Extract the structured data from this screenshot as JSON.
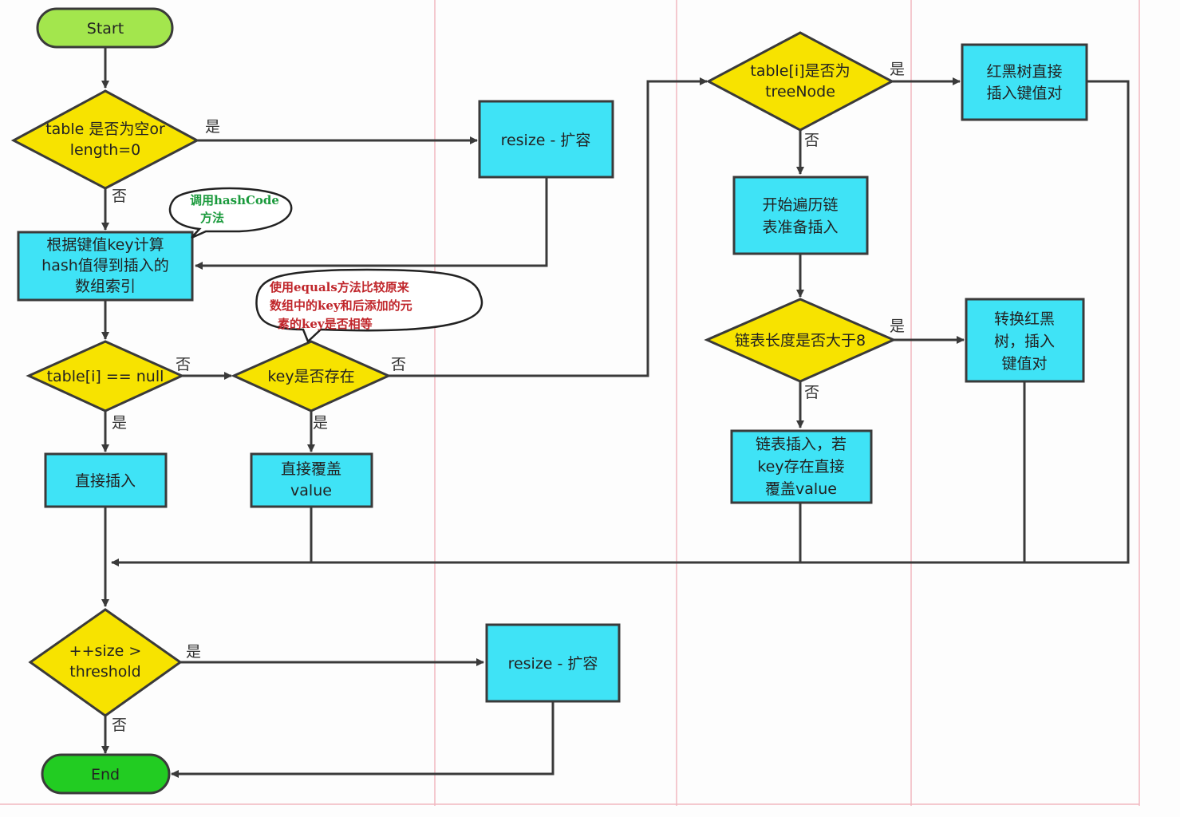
{
  "colors": {
    "process": "#3fe3f6",
    "decision": "#f7e300",
    "start": "#a3e64d",
    "end": "#22cc22",
    "line": "#3a3a3a",
    "note_red": "#c0262b",
    "note_green": "#1a9a3c"
  },
  "nodes": {
    "start": "Start",
    "end": "End",
    "table_empty": [
      "table 是否为空or",
      "length=0"
    ],
    "resize_top": "resize - 扩容",
    "calc_index": [
      "根据键值key计算",
      "hash值得到插入的",
      "数组索引"
    ],
    "table_i_null": "table[i] == null",
    "key_exists": "key是否存在",
    "direct_insert": "直接插入",
    "direct_cover": [
      "直接覆盖",
      "value"
    ],
    "is_treenode": [
      "table[i]是否为",
      "treeNode"
    ],
    "rbtree_insert": [
      "红黑树直接",
      "插入键值对"
    ],
    "traverse": [
      "开始遍历链",
      "表准备插入"
    ],
    "list_len": "链表长度是否大于8",
    "to_rbtree": [
      "转换红黑",
      "树，插入",
      "键值对"
    ],
    "list_insert": [
      "链表插入，若",
      "key存在直接",
      "覆盖value"
    ],
    "size_check": [
      "++size >",
      "threshold"
    ],
    "resize_bottom": "resize - 扩容"
  },
  "notes": {
    "hashcode": [
      "调用hashCode",
      "方法"
    ],
    "equals": [
      "使用equals方法比较原来",
      "数组中的key和后添加的元",
      "素的key是否相等"
    ]
  },
  "edges": {
    "yes": "是",
    "no": "否"
  }
}
